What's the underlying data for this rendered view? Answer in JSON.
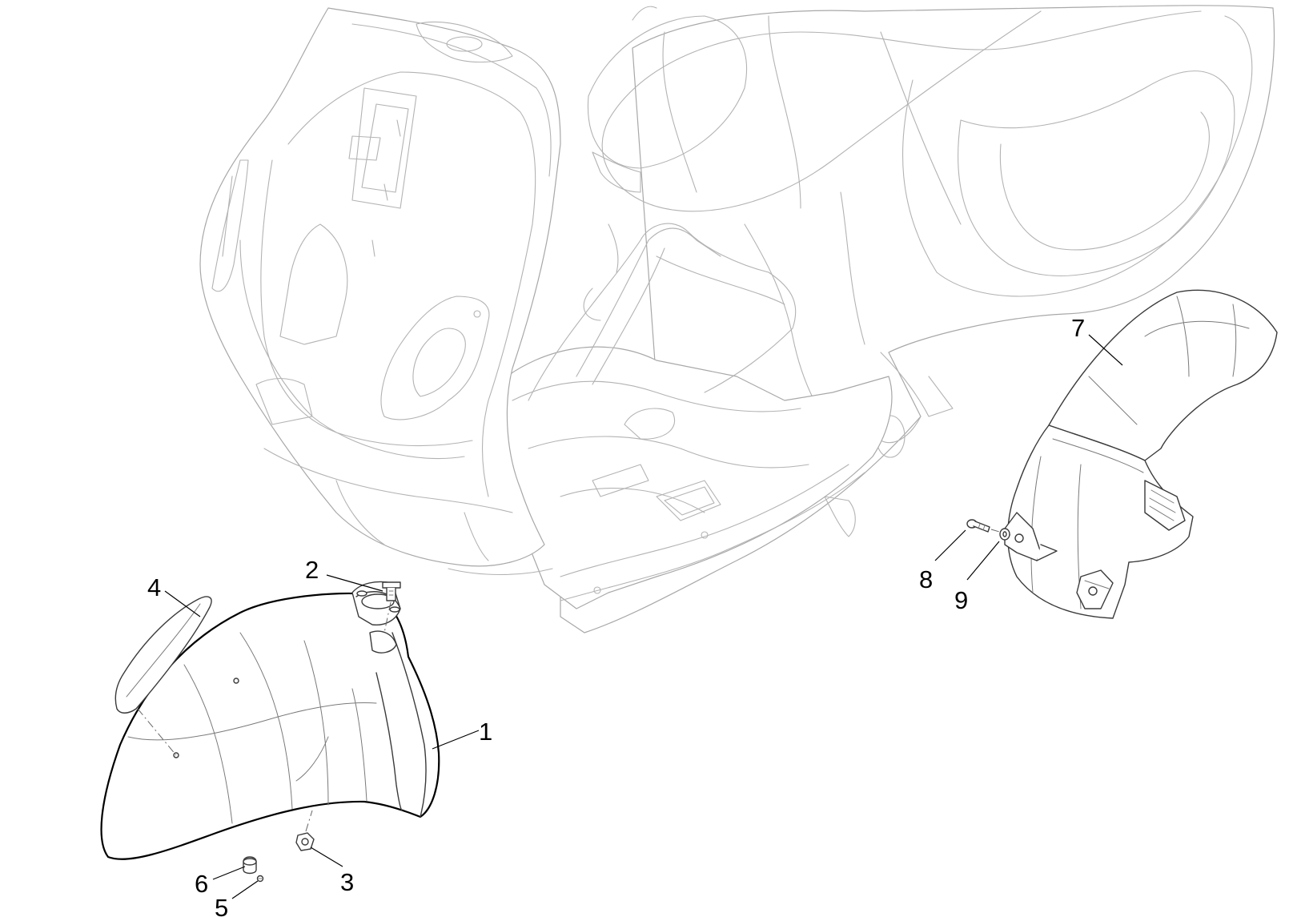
{
  "diagram": {
    "callouts": [
      {
        "id": "1",
        "label": "1"
      },
      {
        "id": "2",
        "label": "2"
      },
      {
        "id": "3",
        "label": "3"
      },
      {
        "id": "4",
        "label": "4"
      },
      {
        "id": "5",
        "label": "5"
      },
      {
        "id": "6",
        "label": "6"
      },
      {
        "id": "7",
        "label": "7"
      },
      {
        "id": "8",
        "label": "8"
      },
      {
        "id": "9",
        "label": "9"
      }
    ],
    "colors": {
      "background": "#ffffff",
      "ghost_outline": "#b3b3b3",
      "part_outline": "#000000"
    }
  }
}
